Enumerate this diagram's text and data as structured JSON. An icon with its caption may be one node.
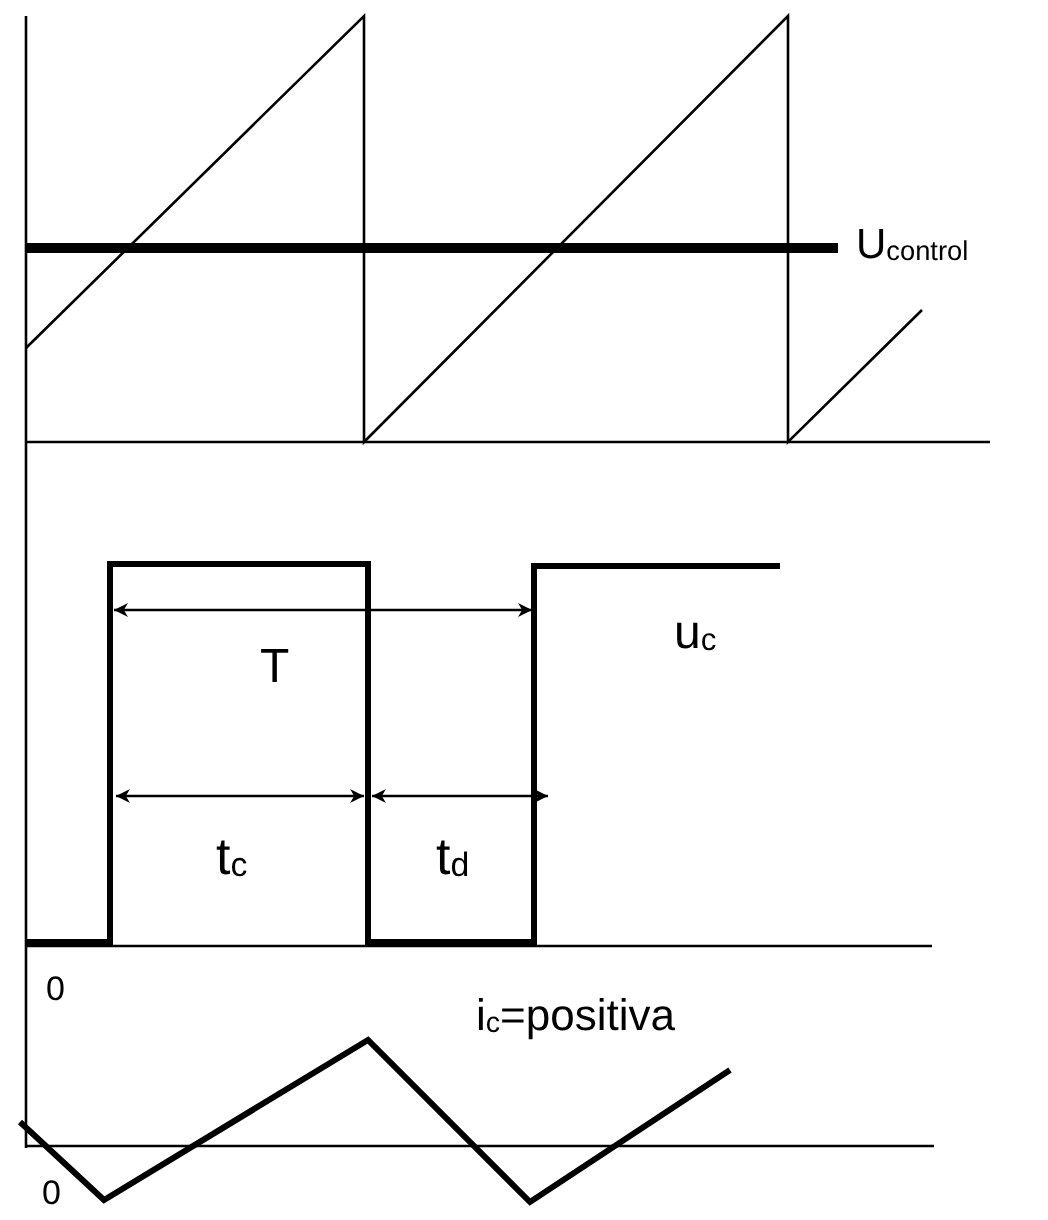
{
  "diagram": {
    "labels": [
      "U$_{control}$",
      "T",
      "u$_{c}$",
      "t$_{c}$",
      "t$_{d}$",
      "0",
      "i$_{c}$=positiva",
      "0"
    ]
  }
}
